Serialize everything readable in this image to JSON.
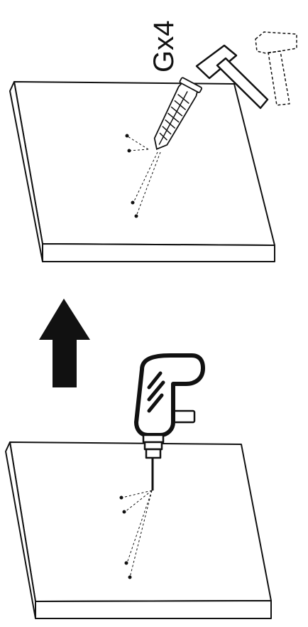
{
  "step_top": {
    "quantity_label": "Gx4",
    "parts": [
      "anchor-plug",
      "hammer",
      "hammer-ghost",
      "board",
      "drill-holes"
    ]
  },
  "arrow": {
    "direction": "up"
  },
  "step_bottom": {
    "parts": [
      "drill",
      "board",
      "drill-holes"
    ]
  },
  "colors": {
    "line": "#111111",
    "fill": "#ffffff"
  }
}
